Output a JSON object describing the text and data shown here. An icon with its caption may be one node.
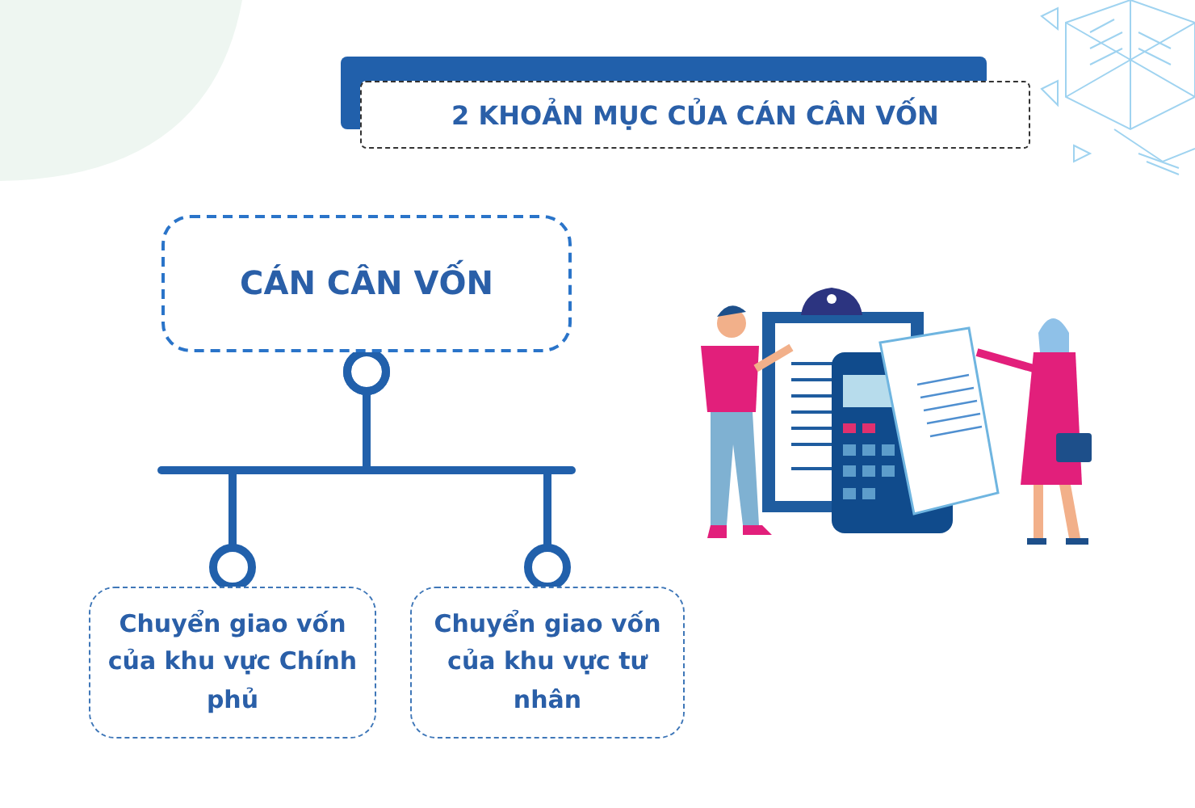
{
  "diagram": {
    "title": "2 KHOẢN MỤC CỦA CÁN CÂN VỐN",
    "nodes": [
      {
        "text": [
          "CÁN CÂN VỐN"
        ]
      },
      {
        "text": [
          "Chuyển giao vốn của khu vực Chính phủ"
        ]
      },
      {
        "text": [
          "Chuyển giao vốn của khu vực tư nhân"
        ]
      }
    ],
    "edges": [
      {
        "from": 0,
        "to": 1,
        "arrow": "other"
      },
      {
        "from": 0,
        "to": 2,
        "arrow": "other"
      }
    ]
  }
}
